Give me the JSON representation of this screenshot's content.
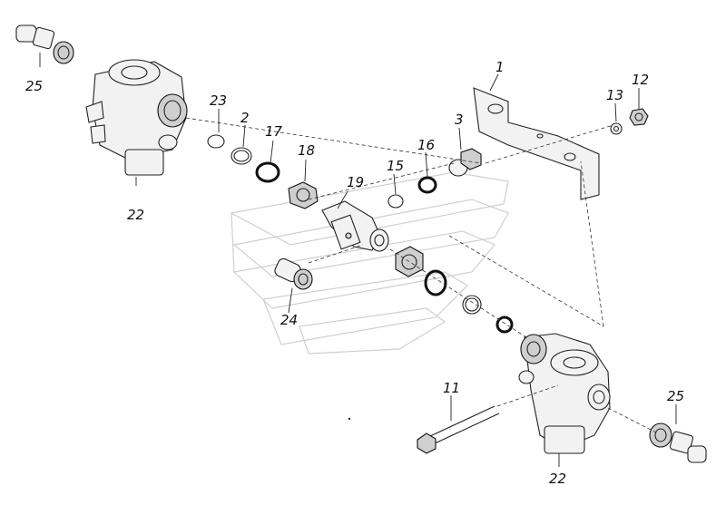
{
  "figure": {
    "callouts": {
      "c1": "1",
      "c2": "2",
      "c3": "3",
      "c11": "11",
      "c12": "12",
      "c13": "13",
      "c15": "15",
      "c16": "16",
      "c17": "17",
      "c18": "18",
      "c19": "19",
      "c22a": "22",
      "c22b": "22",
      "c23": "23",
      "c24": "24",
      "c25a": "25",
      "c25b": "25"
    },
    "colors": {
      "line": "#222222",
      "watermark": "#cfcfcf",
      "background": "#ffffff"
    }
  }
}
